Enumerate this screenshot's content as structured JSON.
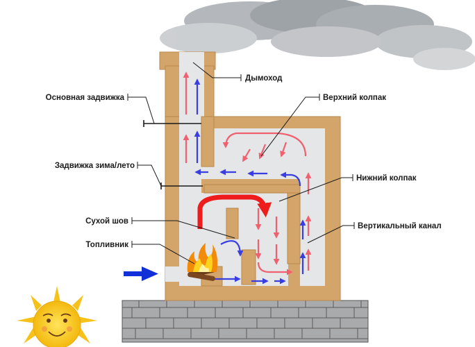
{
  "labels": {
    "chimney": "Дымоход",
    "main_damper": "Основная задвижка",
    "upper_cap": "Верхний колпак",
    "summer_winter_damper": "Задвижка зима/лето",
    "lower_cap": "Нижний колпак",
    "dry_seam": "Сухой шов",
    "vertical_channel": "Вертикальный канал",
    "firebox": "Топливник"
  },
  "colors": {
    "brick": "#d4a56a",
    "brick_outline": "#b8864a",
    "channel": "#e4e6e8",
    "hot_flow": "#f0606e",
    "hot_flow_main": "#ee1c1c",
    "cool_flow": "#3a3ee0",
    "intake_arrow": "#1230d8",
    "foundation": "#a9aaab",
    "sun": "#f6d21a",
    "cloud": "#9aa0a6"
  },
  "icons": [
    "cloud-icon",
    "sun-icon",
    "fire-icon",
    "intake-arrow-icon"
  ]
}
